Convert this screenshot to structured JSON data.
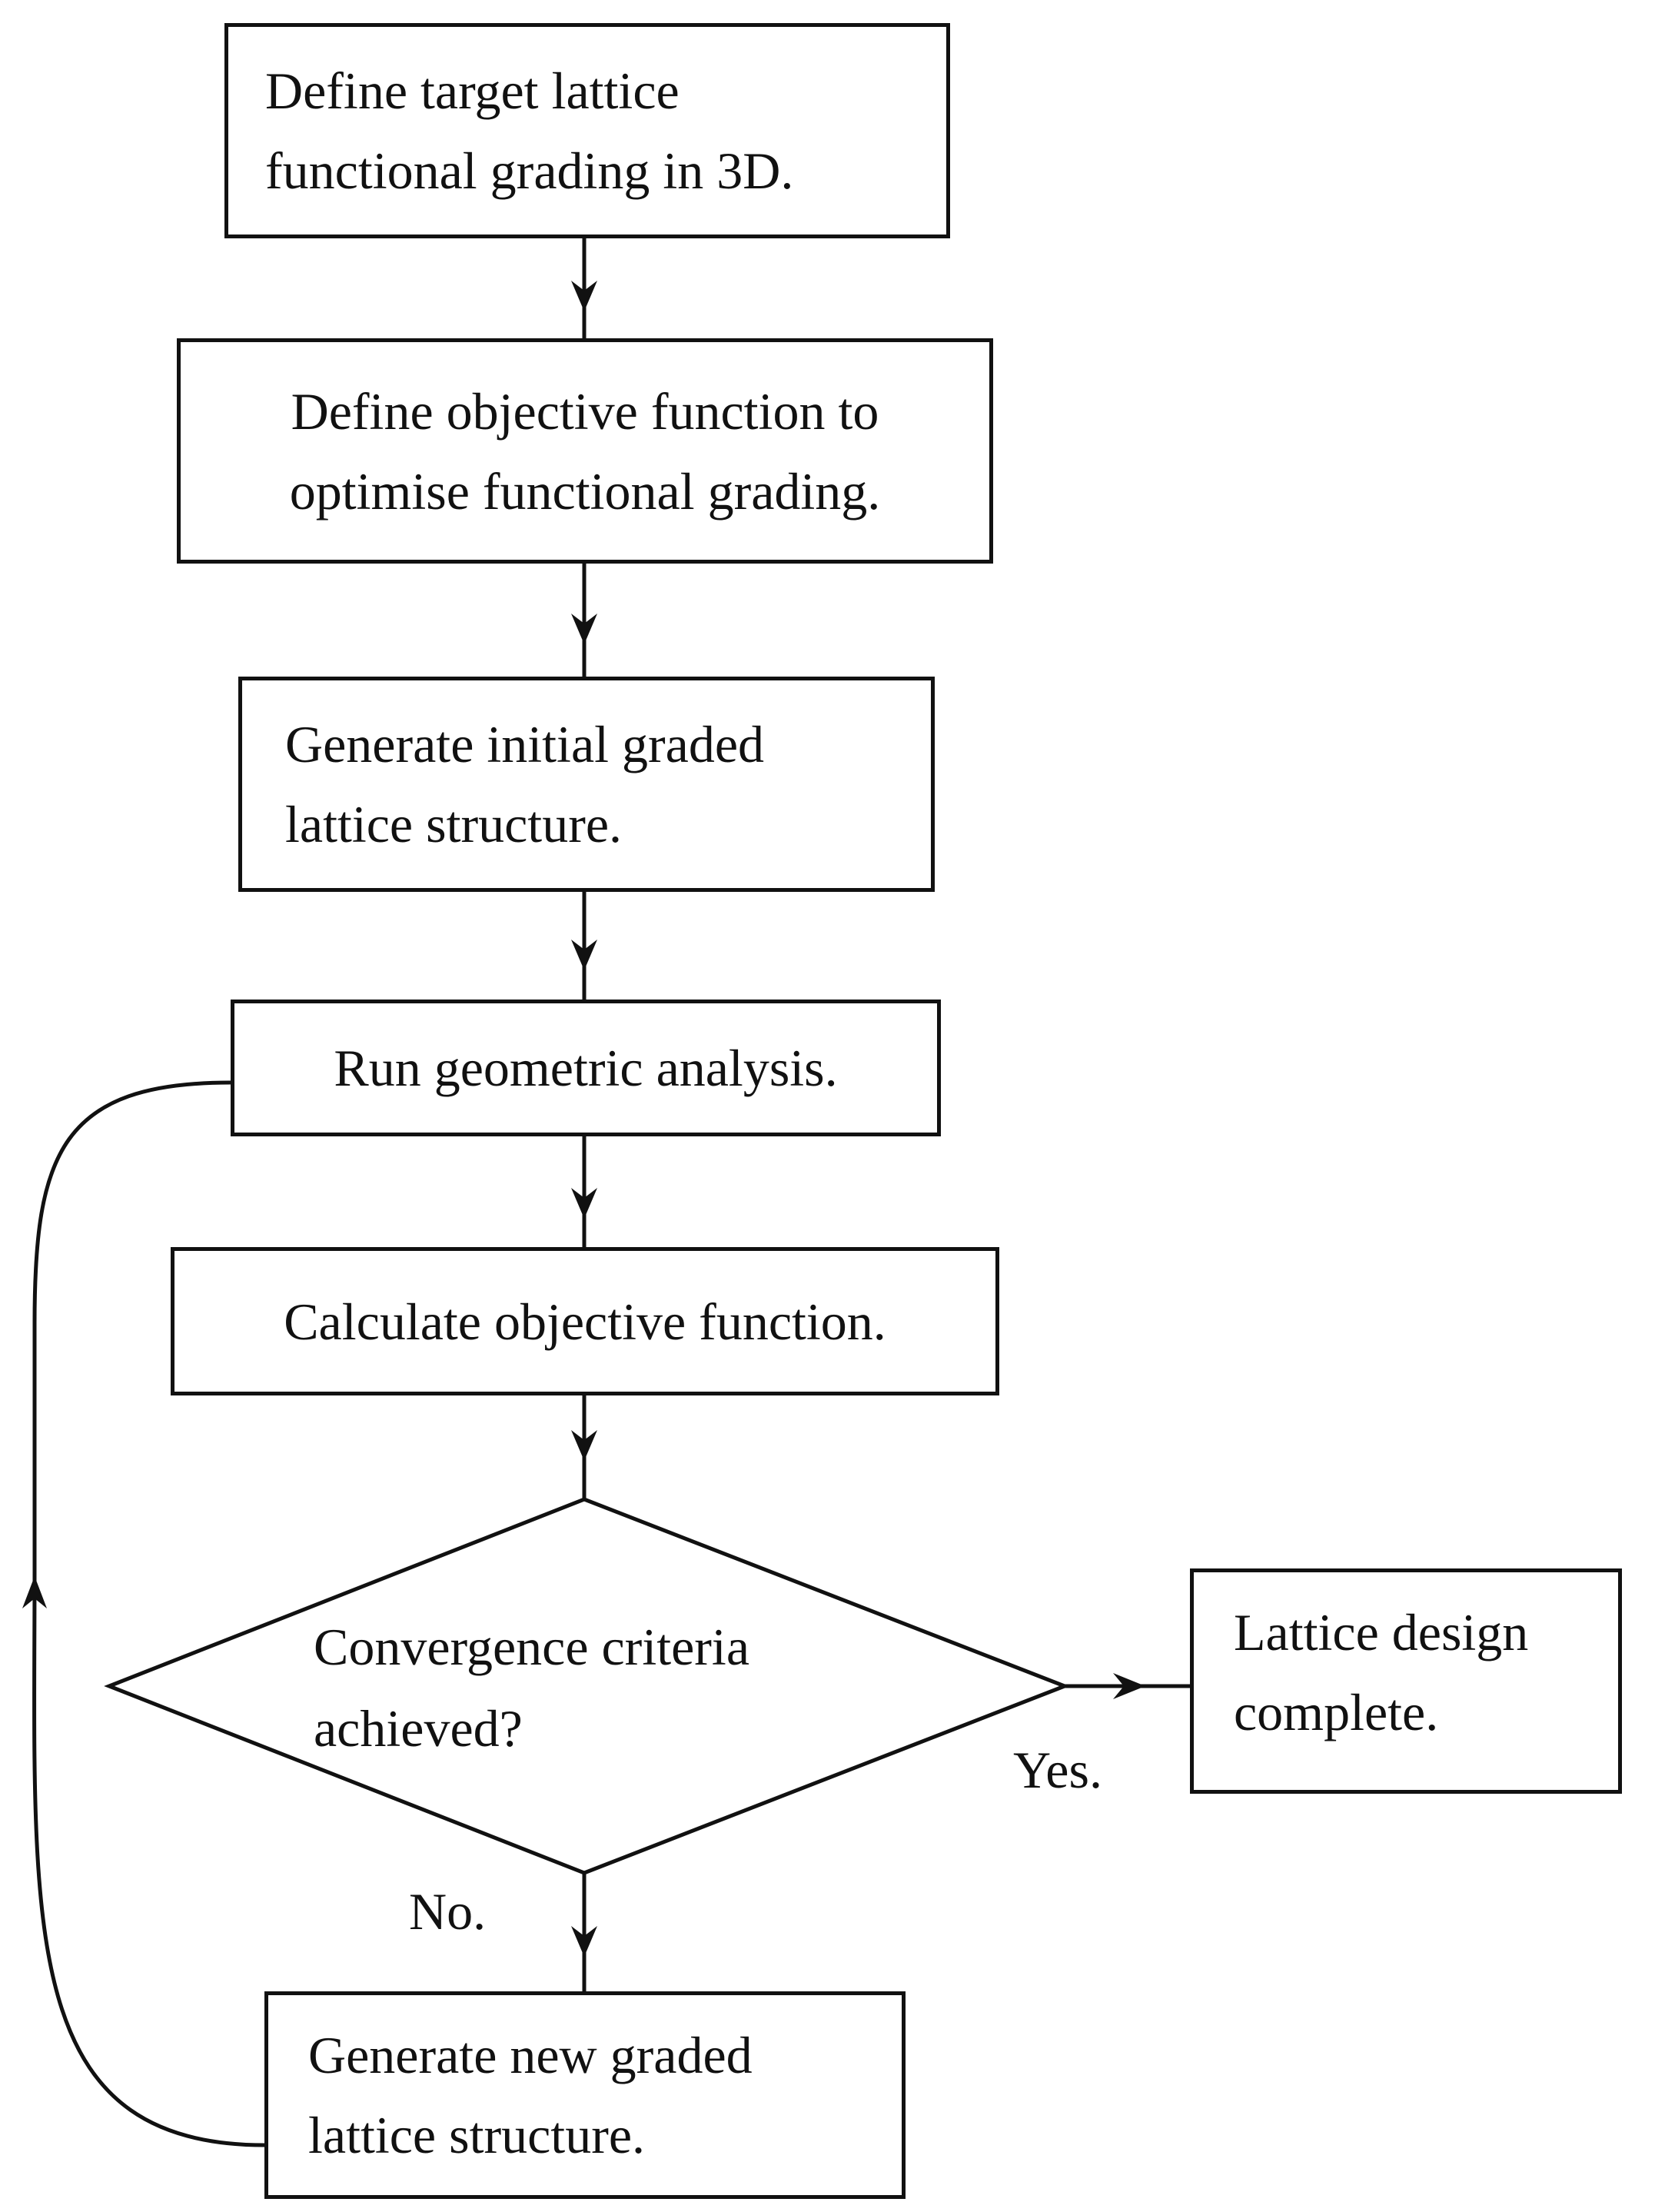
{
  "flowchart": {
    "step_define_target": {
      "line1": "Define target lattice",
      "line2": "functional grading in 3D."
    },
    "step_define_objective": {
      "line1": "Define objective function to",
      "line2": "optimise functional grading."
    },
    "step_generate_initial": {
      "line1": "Generate initial graded",
      "line2": "lattice structure."
    },
    "step_run_analysis": {
      "line1": "Run geometric analysis."
    },
    "step_calculate_objective": {
      "line1": "Calculate objective function."
    },
    "decision_convergence": {
      "line1": "Convergence criteria",
      "line2": "achieved?"
    },
    "step_design_complete": {
      "line1": "Lattice design",
      "line2": "complete."
    },
    "step_generate_new": {
      "line1": "Generate new graded",
      "line2": "lattice structure."
    },
    "edge_yes_label": "Yes.",
    "edge_no_label": "No.",
    "colors": {
      "stroke": "#111111",
      "background": "#ffffff"
    }
  }
}
